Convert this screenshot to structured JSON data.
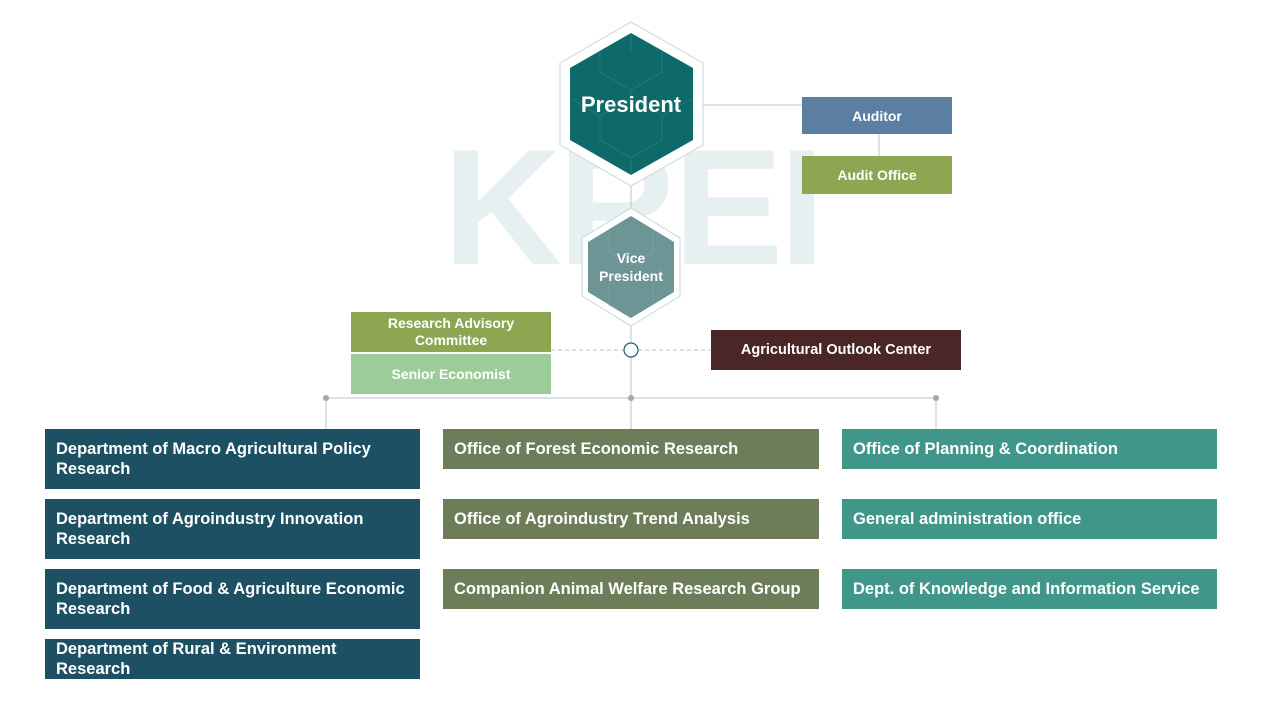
{
  "watermark": "KREI",
  "president": "President",
  "vice_president": {
    "line1": "Vice",
    "line2": "President"
  },
  "auditor": "Auditor",
  "audit_office": "Audit Office",
  "research_advisory": {
    "line1": "Research Advisory",
    "line2": "Committee"
  },
  "senior_economist": "Senior Economist",
  "agricultural_outlook": "Agricultural Outlook Center",
  "colors": {
    "president_fill": "#0e6a68",
    "vice_fill": "#6e9596",
    "auditor": "#5a7fa0",
    "audit_office": "#8ca652",
    "advisory": "#8ca652",
    "senior": "#9ccd98",
    "outlook": "#4a2626",
    "col1": "#1e5064",
    "col2": "#6d7d5a",
    "col3": "#41968a"
  },
  "departments_col1": [
    "Department of Macro Agricultural Policy Research",
    "Department of Agroindustry Innovation Research",
    "Department of Food & Agriculture Economic Research",
    "Department of Rural & Environment Research"
  ],
  "departments_col2": [
    "Office of Forest Economic Research",
    "Office of Agroindustry Trend Analysis",
    "Companion Animal Welfare Research Group"
  ],
  "departments_col3": [
    "Office of Planning & Coordination",
    "General administration office",
    "Dept. of Knowledge and Information Service"
  ]
}
